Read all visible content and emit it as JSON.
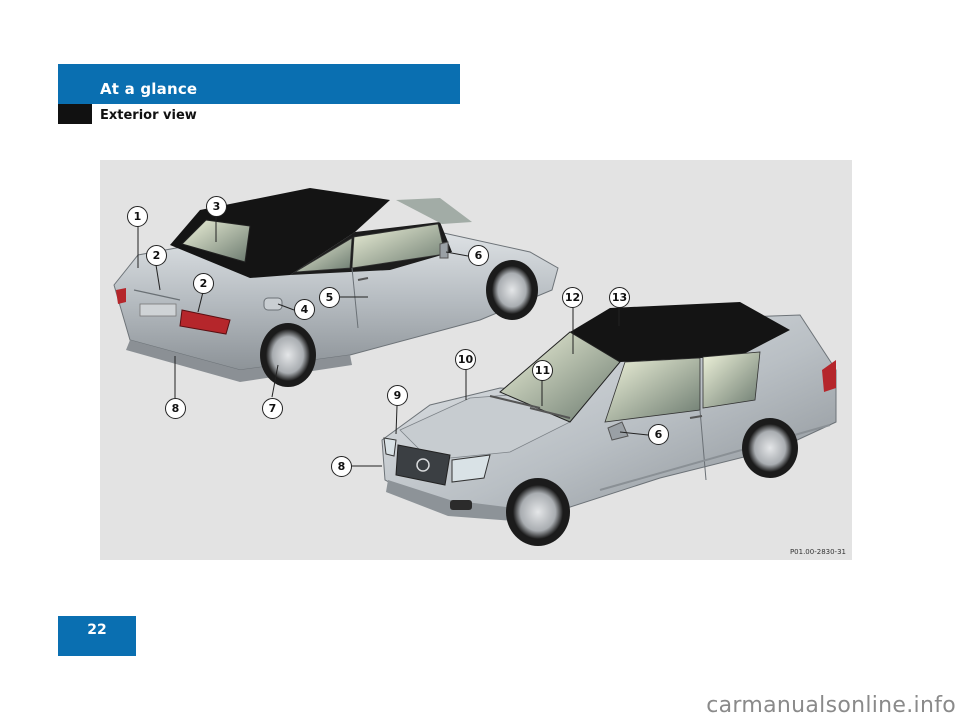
{
  "header": {
    "section_title": "At a glance",
    "subsection_title": "Exterior view",
    "color": "#0a6fb1"
  },
  "illustration": {
    "figure_ref": "P01.00-2830-31",
    "callouts": [
      "1",
      "2",
      "3",
      "2",
      "4",
      "5",
      "6",
      "7",
      "8",
      "9",
      "10",
      "11",
      "12",
      "13",
      "6",
      "8"
    ]
  },
  "footer": {
    "page_number": "22",
    "watermark": "carmanualsonline.info"
  }
}
